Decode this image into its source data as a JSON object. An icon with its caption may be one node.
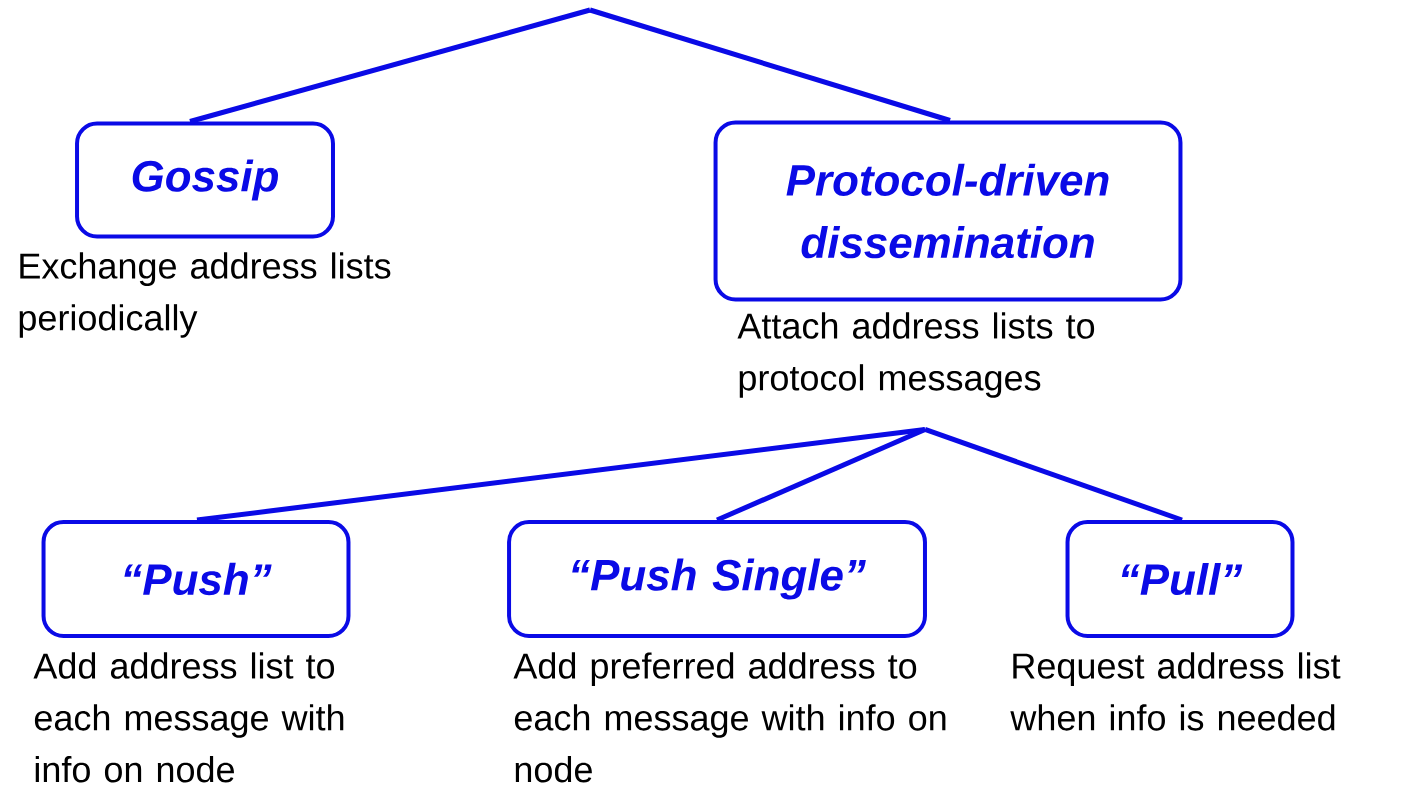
{
  "diagram": {
    "nodes": [
      {
        "text": [
          "Gossip"
        ],
        "beside": [
          "Exchange address lists periodically"
        ]
      },
      {
        "text": [
          "Protocol-driven dissemination"
        ],
        "beside": [
          "Attach address lists to protocol messages"
        ]
      },
      {
        "text": [
          "“Push”"
        ],
        "beside": [
          "Add address list to each message with info on node"
        ]
      },
      {
        "text": [
          "“Push Single”"
        ],
        "beside": [
          "Add preferred address to each message with info on node"
        ]
      },
      {
        "text": [
          "“Pull”"
        ],
        "beside": [
          "Request address list when info is needed"
        ]
      }
    ],
    "edges": [
      {
        "from": null,
        "to": 0,
        "arrow": "none"
      },
      {
        "from": null,
        "to": 1,
        "arrow": "none"
      },
      {
        "from": 1,
        "to": 2,
        "arrow": "none"
      },
      {
        "from": 1,
        "to": 3,
        "arrow": "none"
      },
      {
        "from": 1,
        "to": 4,
        "arrow": "none"
      }
    ]
  }
}
